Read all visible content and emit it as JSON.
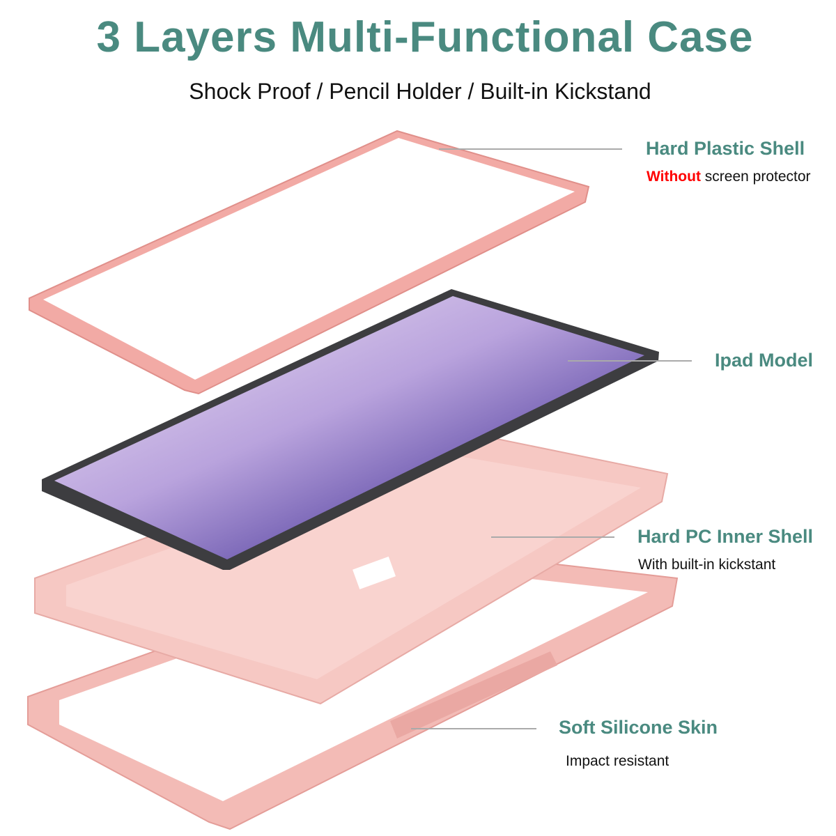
{
  "header": {
    "title": "3 Layers Multi-Functional Case",
    "subtitle": "Shock Proof / Pencil Holder / Built-in Kickstand"
  },
  "layers": [
    {
      "label": "Hard Plastic Shell",
      "note_highlight": "Without",
      "note": " screen protector"
    },
    {
      "label": "Ipad Model"
    },
    {
      "label": "Hard PC Inner Shell",
      "note": "With built-in kickstant"
    },
    {
      "label": "Soft Silicone Skin",
      "note": "Impact resistant"
    }
  ],
  "colors": {
    "accent": "#4a8a80",
    "highlight": "#ff0000",
    "case_pink": "#f2b3b0"
  }
}
